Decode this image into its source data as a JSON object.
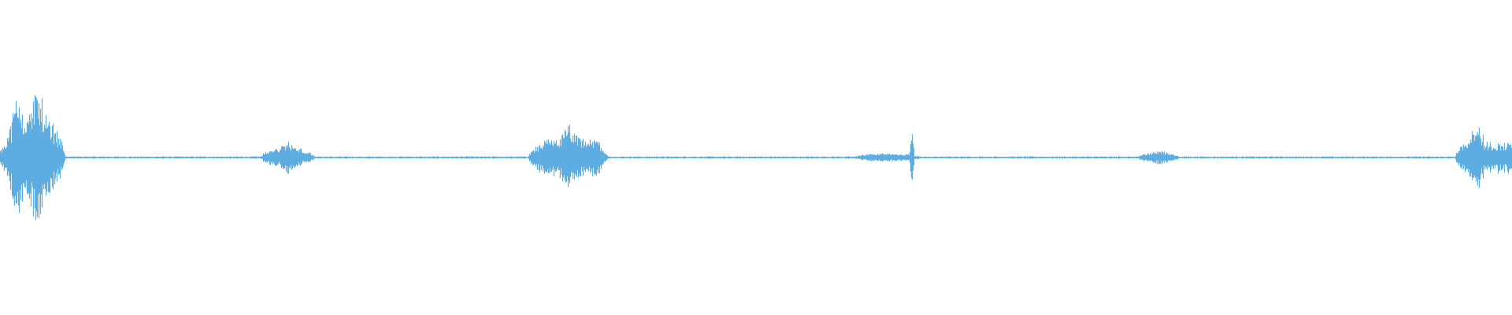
{
  "chart_data": {
    "type": "waveform",
    "color": "#5DADE2",
    "background": "#FFFFFF",
    "amplitude_range": [
      -1,
      1
    ],
    "noise_floor": 0.006,
    "bursts": [
      {
        "start_pct": 0.0,
        "end_pct": 4.3,
        "peak": 0.45,
        "peaks_at_pct": [
          1.1,
          2.5
        ]
      },
      {
        "start_pct": 17.2,
        "end_pct": 20.8,
        "peak": 0.1,
        "peaks_at_pct": [
          19.0
        ]
      },
      {
        "start_pct": 34.9,
        "end_pct": 40.2,
        "peak": 0.2,
        "peaks_at_pct": [
          37.6,
          39.5
        ]
      },
      {
        "start_pct": 56.4,
        "end_pct": 61.0,
        "peak": 0.04,
        "spike_at_pct": 60.3,
        "spike": 0.17
      },
      {
        "start_pct": 75.2,
        "end_pct": 78.0,
        "peak": 0.05,
        "peaks_at_pct": [
          76.8
        ]
      },
      {
        "start_pct": 96.2,
        "end_pct": 100.0,
        "peak": 0.23,
        "peaks_at_pct": [
          97.5
        ]
      }
    ]
  }
}
